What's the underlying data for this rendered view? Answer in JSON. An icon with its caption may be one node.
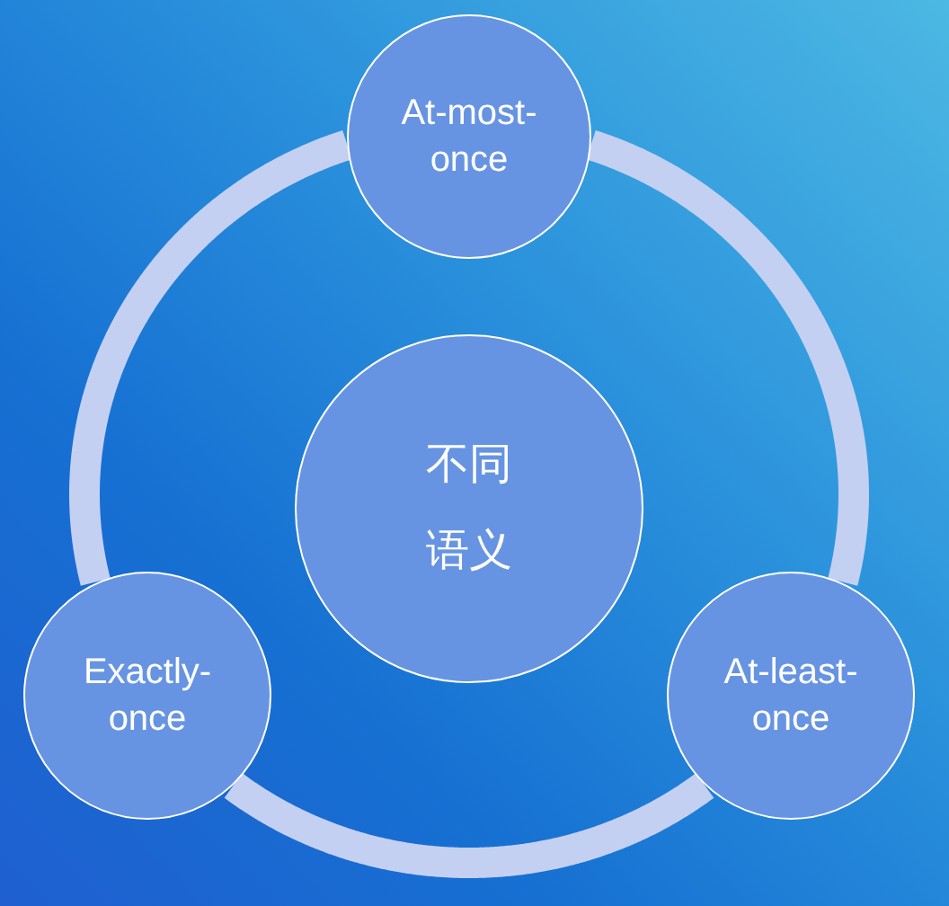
{
  "diagram": {
    "nodes": [
      {
        "text": [
          "At-most-once"
        ]
      },
      {
        "text": [
          "不同语义"
        ]
      },
      {
        "text": [
          "Exactly-once"
        ]
      },
      {
        "text": [
          "At-least-once"
        ]
      }
    ],
    "edges": [
      {
        "from": 0,
        "to": 3,
        "arrow": "none"
      },
      {
        "from": 3,
        "to": 2,
        "arrow": "none"
      },
      {
        "from": 2,
        "to": 0,
        "arrow": "none"
      }
    ]
  }
}
